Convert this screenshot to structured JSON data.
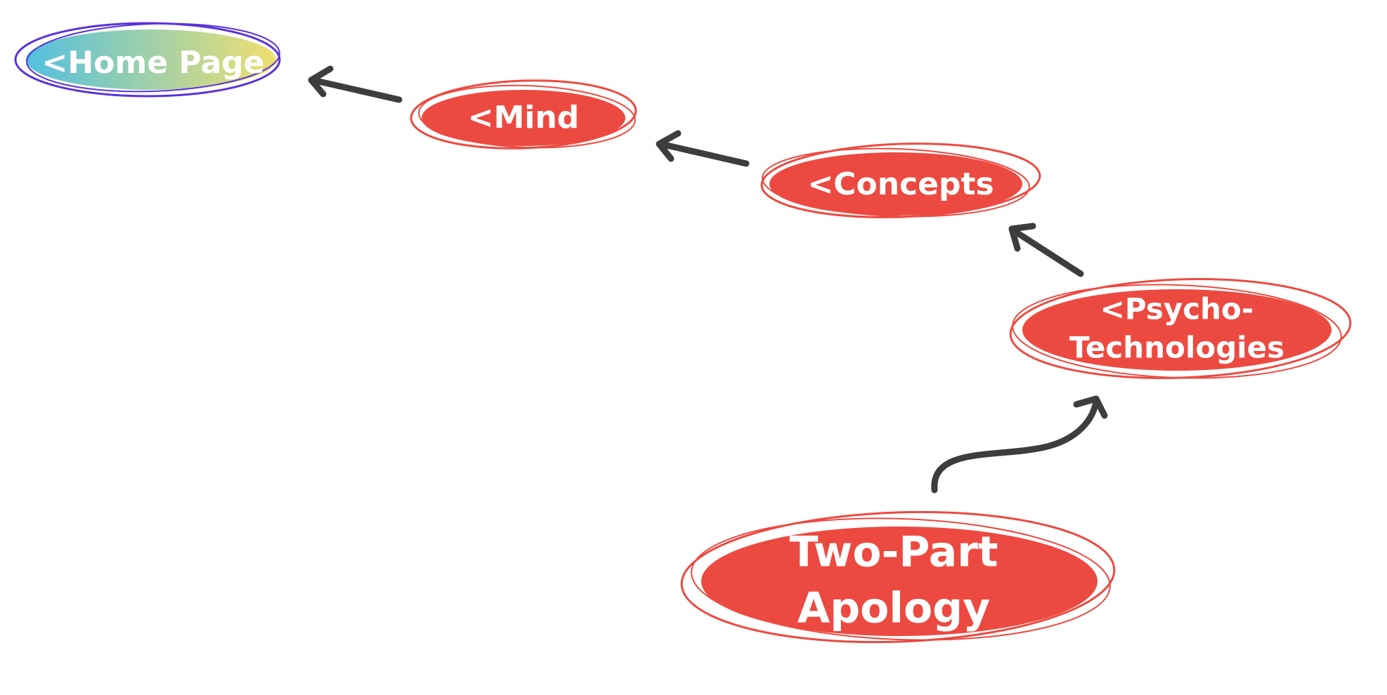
{
  "nodes": {
    "home": {
      "label": "<Home Page"
    },
    "mind": {
      "label": "<Mind"
    },
    "concepts": {
      "label": "<Concepts"
    },
    "psycho": {
      "label_line1": "<Psycho-",
      "label_line2": "Technologies"
    },
    "apology": {
      "label_line1": "Two-Part",
      "label_line2": "Apology"
    }
  },
  "colors": {
    "node_fill": "#ec4a41",
    "node_outline": "#ec4a41",
    "home_gradient_start": "#52c0e0",
    "home_gradient_end": "#efe070",
    "home_outline": "#5b32d8",
    "arrow": "#3d3d3d",
    "text": "#ffffff"
  }
}
